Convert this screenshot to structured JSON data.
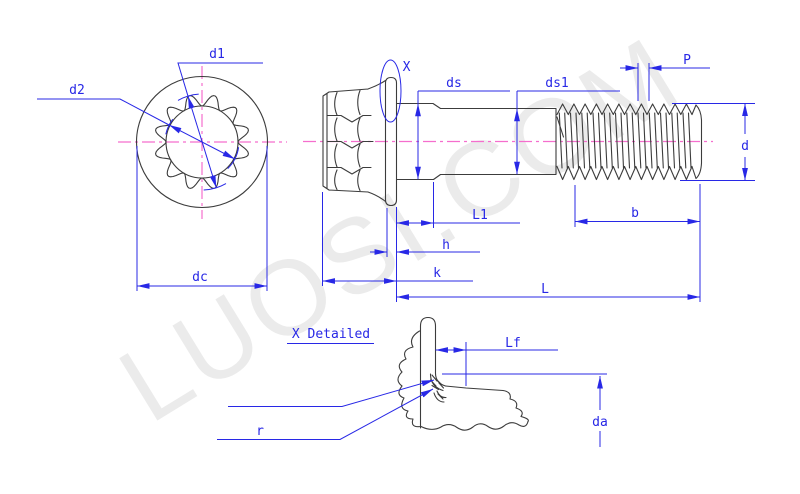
{
  "watermark": {
    "text": "LUOSI.COM"
  },
  "end_view": {
    "d1": "d1",
    "d2": "d2",
    "dc": "dc"
  },
  "side_view": {
    "x_marker": "X",
    "ds": "ds",
    "ds1": "ds1",
    "p": "P",
    "d": "d",
    "l1": "L1",
    "h": "h",
    "k": "k",
    "b": "b",
    "l": "L"
  },
  "detail_view": {
    "title": "X Detailed",
    "lf": "Lf",
    "r": "r",
    "da": "da"
  },
  "colors": {
    "dimension": "#2828e6",
    "centerline": "#f56ecd",
    "outline": "#3c3c3c",
    "watermark": "#ebebeb",
    "background": "#ffffff"
  }
}
